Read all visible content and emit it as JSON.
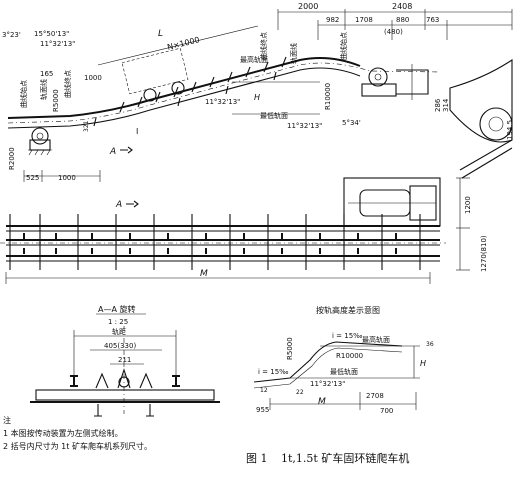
{
  "figure": {
    "number": "图 1",
    "title": "1t,1.5t 矿车固环链爬车机"
  },
  "notes": {
    "heading": "注",
    "items": [
      "1 本图按传动装置为左侧式绘制。",
      "2 括号内尺寸为 1t 矿车爬车机系列尺寸。"
    ]
  },
  "elevation_view": {
    "angles": [
      "3°23'",
      "15°50'13\"",
      "11°32'13\"",
      "11°32'13\"",
      "11°32'13\"",
      "5°34'"
    ],
    "dims_top": [
      "2000",
      "2408",
      "982",
      "1708",
      "880",
      "763",
      "(480)"
    ],
    "length_label": "L",
    "pitch_label": "N×1000",
    "dims_left": [
      "165",
      "1000",
      "525",
      "1000",
      "R2000",
      "R5000",
      "321"
    ],
    "dims_right": [
      "R10000",
      "286",
      "314",
      "194.5"
    ],
    "labels": {
      "curve_end": "曲线始点",
      "curve_start_left": "曲线终点",
      "curve_end_left": "曲线始点",
      "slope_line": "轨面线",
      "track_line": "轨面线",
      "highest_rail": "最高轨面",
      "lowest_rail": "最低轨面",
      "curve_line": "曲线终点",
      "section_I": "I",
      "height_H": "H",
      "section_mark": "A"
    }
  },
  "plan_view": {
    "width_dims": [
      "1200",
      "1270(810)"
    ],
    "length_label": "M",
    "section_mark": "A"
  },
  "section_view": {
    "title": "A—A 旋转",
    "scale": "1 : 25",
    "gauge_label": "轨距",
    "dims": [
      "405(330)",
      "211"
    ]
  },
  "height_diagram": {
    "title": "按轨高度差示意图",
    "labels": {
      "slope": "i = 15‰",
      "slope_left": "i = 15‰",
      "highest_rail": "最高轨面",
      "lowest_rail": "最低轨面",
      "radius_big": "R10000",
      "radius_small": "R5000",
      "angle": "11°32'13\"",
      "height": "H",
      "length": "M"
    },
    "dims": [
      "2708",
      "955",
      "700",
      "12",
      "36",
      "22"
    ]
  }
}
